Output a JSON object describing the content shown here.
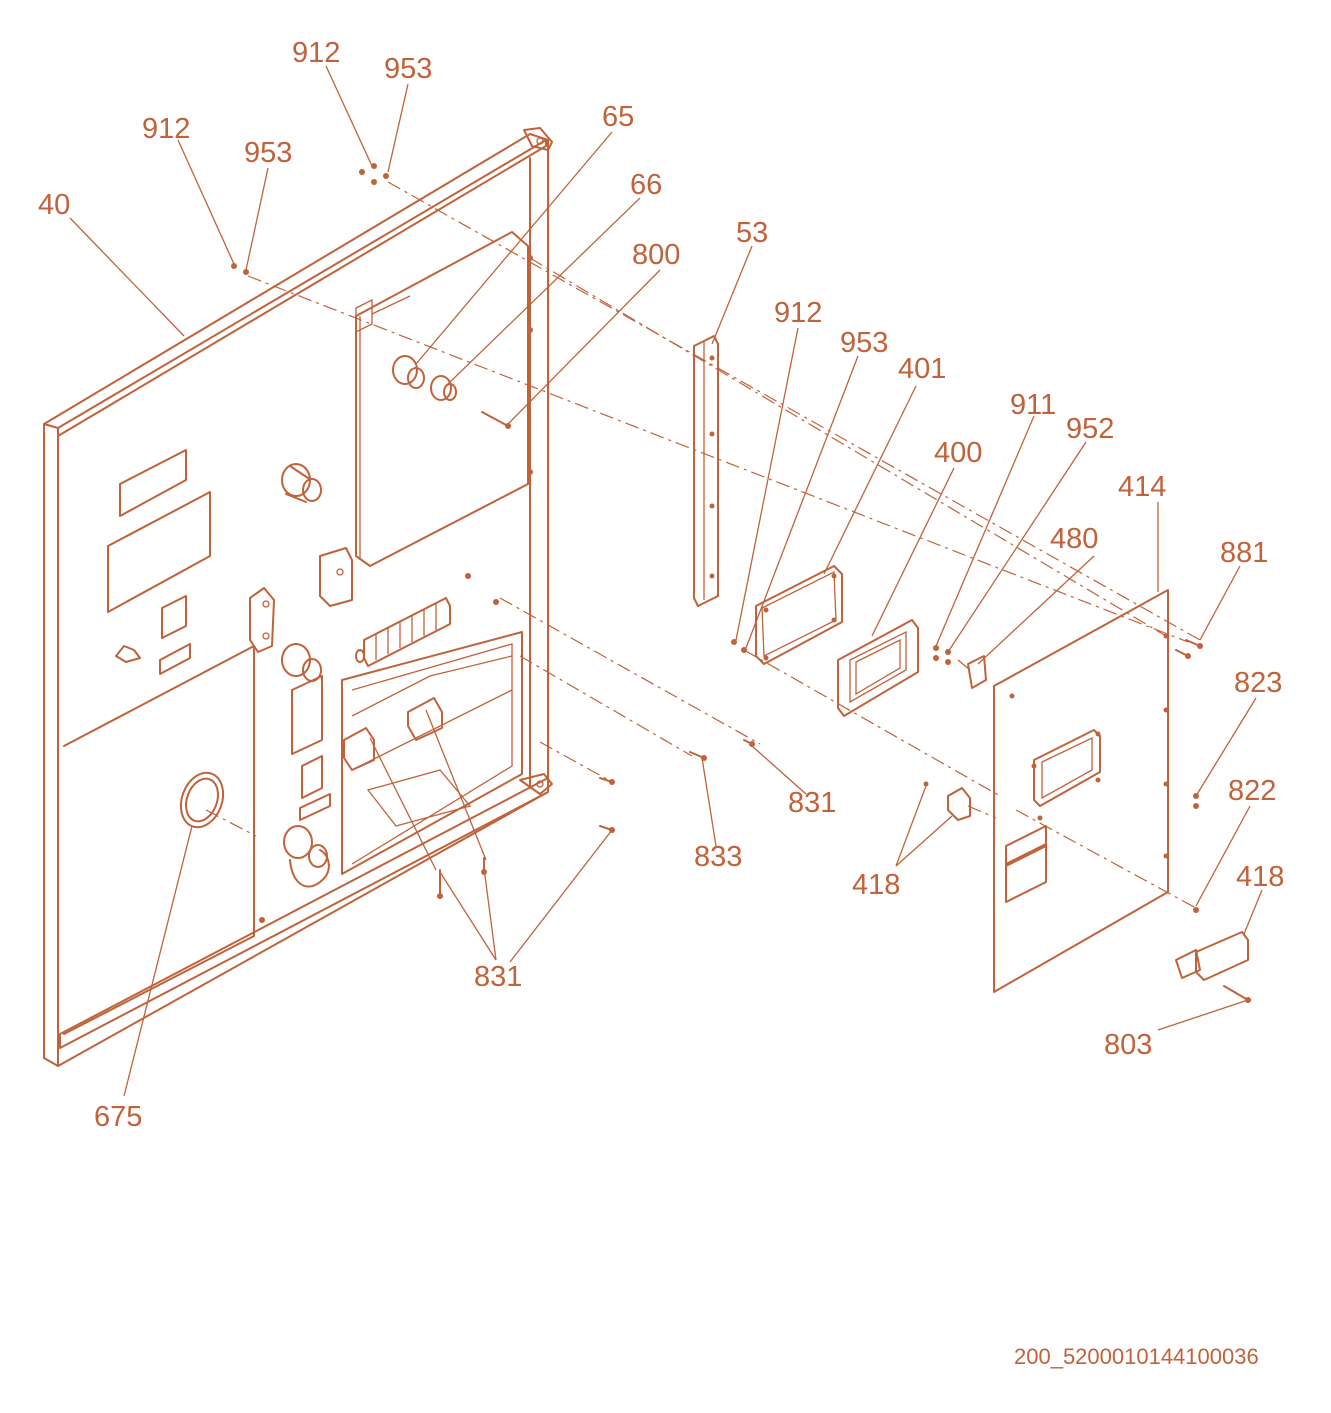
{
  "colors": {
    "ink": "#c0623a",
    "background": "#ffffff"
  },
  "callouts": {
    "c912_top": "912",
    "c953_top": "953",
    "c65": "65",
    "c912_left": "912",
    "c953_left": "953",
    "c66": "66",
    "c40": "40",
    "c53": "53",
    "c800": "800",
    "c912_mid": "912",
    "c953_mid": "953",
    "c401": "401",
    "c911": "911",
    "c952": "952",
    "c400": "400",
    "c414": "414",
    "c480": "480",
    "c881": "881",
    "c823": "823",
    "c822": "822",
    "c831_right": "831",
    "c833": "833",
    "c418_mid": "418",
    "c418_right": "418",
    "c831_bottom": "831",
    "c803": "803",
    "c675": "675"
  },
  "footer": {
    "code": "200_5200010144100036"
  }
}
